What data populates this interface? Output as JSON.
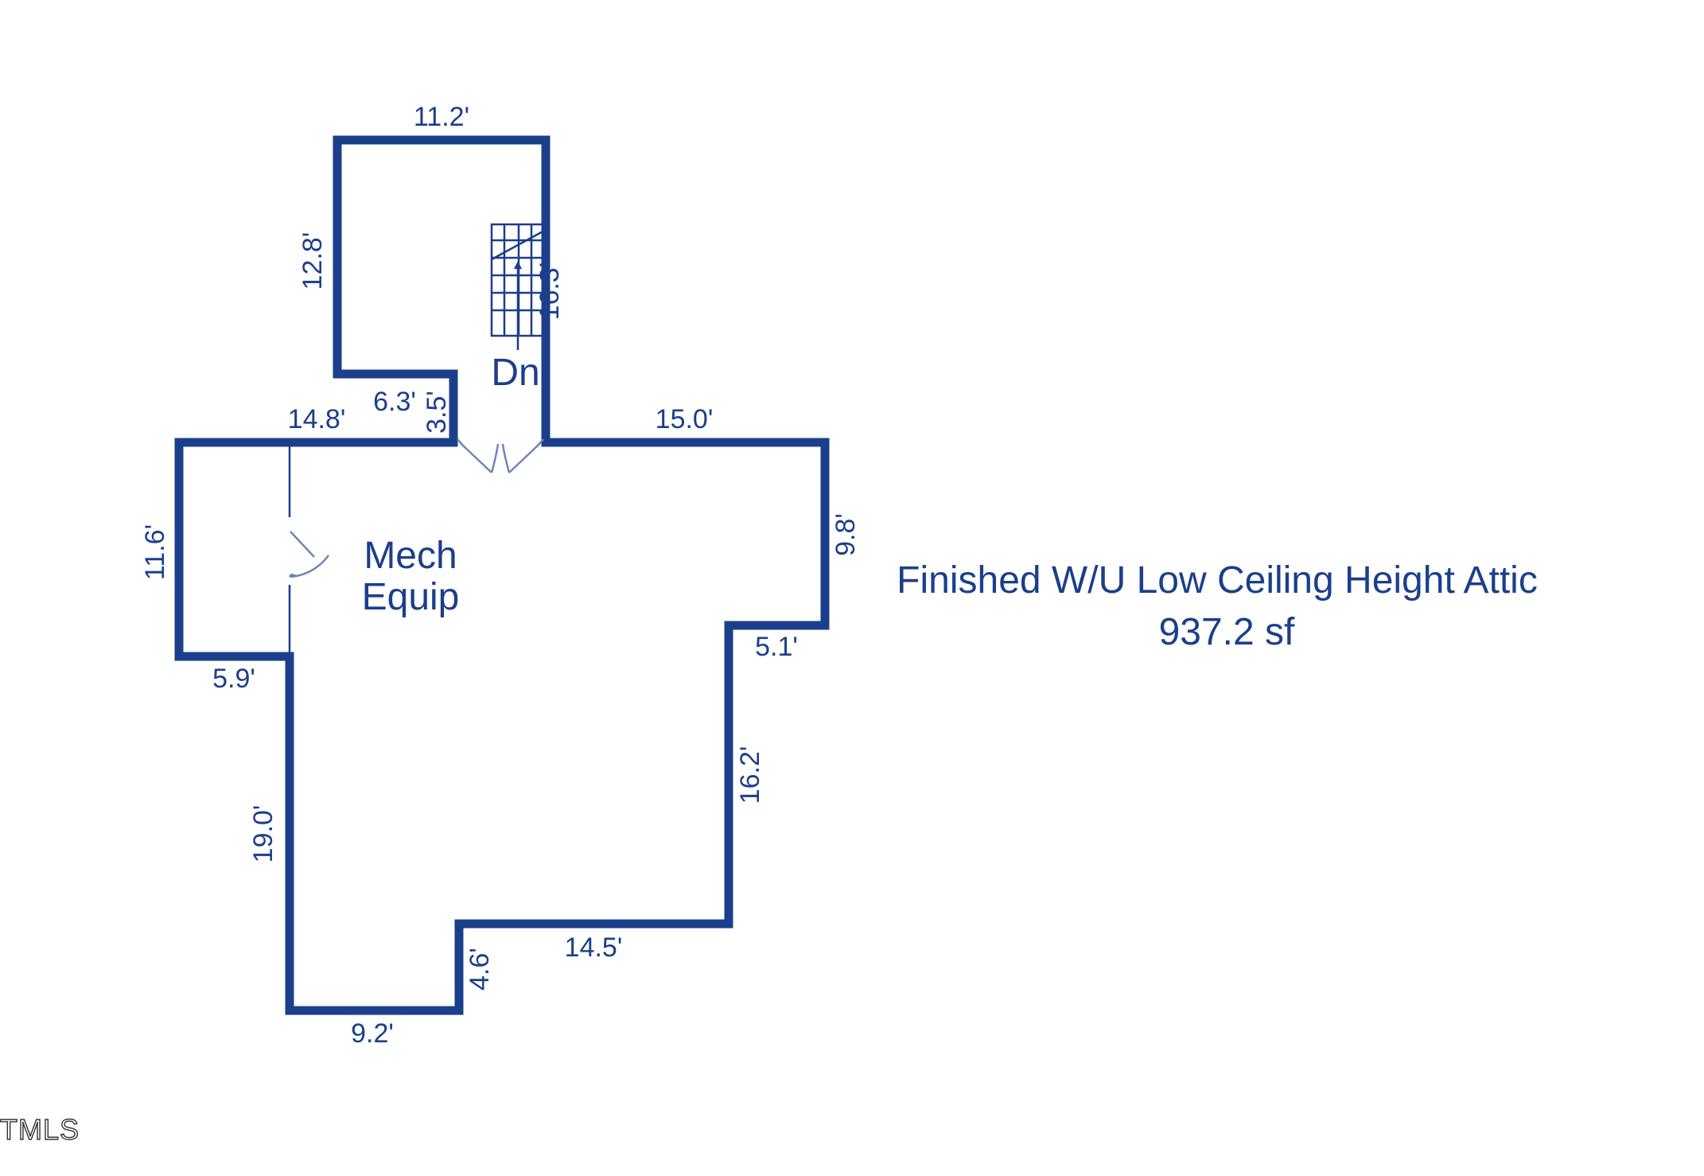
{
  "floor": {
    "title": "Finished W/U Low Ceiling Height Attic",
    "area": "937.2 sf"
  },
  "rooms": {
    "mech_line1": "Mech",
    "mech_line2": "Equip",
    "stair_label": "Dn"
  },
  "dimensions": {
    "top": "11.2'",
    "upper_left": "12.8'",
    "stair_wall": "16.3'",
    "notch_horizontal": "6.3'",
    "notch_vertical": "3.5'",
    "main_top_left": "14.8'",
    "main_top_right": "15.0'",
    "right_upper": "9.8'",
    "left_upper": "11.6'",
    "left_step": "5.9'",
    "right_step": "5.1'",
    "left_lower": "19.0'",
    "right_lower": "16.2'",
    "bottom_right": "14.5'",
    "bottom_step": "4.6'",
    "bottom_left": "9.2'"
  },
  "watermark": "TMLS",
  "colors": {
    "wall": "#1b3f8b",
    "door": "#6e86b8"
  }
}
